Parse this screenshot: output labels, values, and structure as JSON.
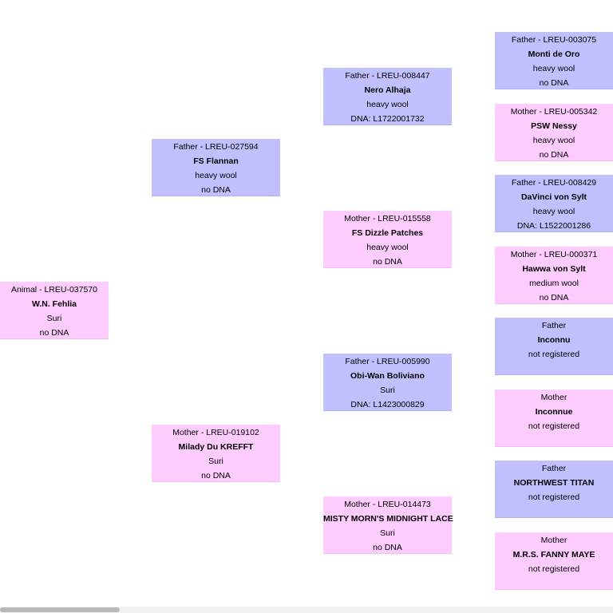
{
  "pedigree": {
    "animal": {
      "role": "Animal - LREU-037570",
      "name": "W.N. Fehlia",
      "type": "Suri",
      "dna": "no DNA"
    },
    "sire": {
      "role": "Father - LREU-027594",
      "name": "FS Flannan",
      "type": "heavy wool",
      "dna": "no DNA"
    },
    "dam": {
      "role": "Mother - LREU-019102",
      "name": "Milady Du KREFFT",
      "type": "Suri",
      "dna": "no DNA"
    },
    "sire_sire": {
      "role": "Father - LREU-008447",
      "name": "Nero Alhaja",
      "type": "heavy wool",
      "dna": "DNA: L1722001732"
    },
    "sire_dam": {
      "role": "Mother - LREU-015558",
      "name": "FS Dizzle Patches",
      "type": "heavy wool",
      "dna": "no DNA"
    },
    "dam_sire": {
      "role": "Father - LREU-005990",
      "name": "Obi-Wan Boliviano",
      "type": "Suri",
      "dna": "DNA: L1423000829"
    },
    "dam_dam": {
      "role": "Mother - LREU-014473",
      "name": "MISTY MORN'S MIDNIGHT LACE",
      "type": "Suri",
      "dna": "no DNA"
    },
    "sss": {
      "role": "Father - LREU-003075",
      "name": "Monti de Oro",
      "type": "heavy wool",
      "dna": "no DNA"
    },
    "ssd": {
      "role": "Mother - LREU-005342",
      "name": "PSW Nessy",
      "type": "heavy wool",
      "dna": "no DNA"
    },
    "sds": {
      "role": "Father - LREU-008429",
      "name": "DaVinci von Sylt",
      "type": "heavy wool",
      "dna": "DNA: L1522001286"
    },
    "sdd": {
      "role": "Mother - LREU-000371",
      "name": "Hawwa von Sylt",
      "type": "medium wool",
      "dna": "no DNA"
    },
    "dss": {
      "role": "Father",
      "name": "Inconnu",
      "status": "not registered"
    },
    "dsd": {
      "role": "Mother",
      "name": "Inconnue",
      "status": "not registered"
    },
    "dds": {
      "role": "Father",
      "name": "NORTHWEST TITAN",
      "status": "not registered"
    },
    "ddd": {
      "role": "Mother",
      "name": "M.R.S. FANNY MAYE",
      "status": "not registered"
    }
  },
  "colors": {
    "father": "#c0c0ff",
    "mother": "#ffccff"
  }
}
